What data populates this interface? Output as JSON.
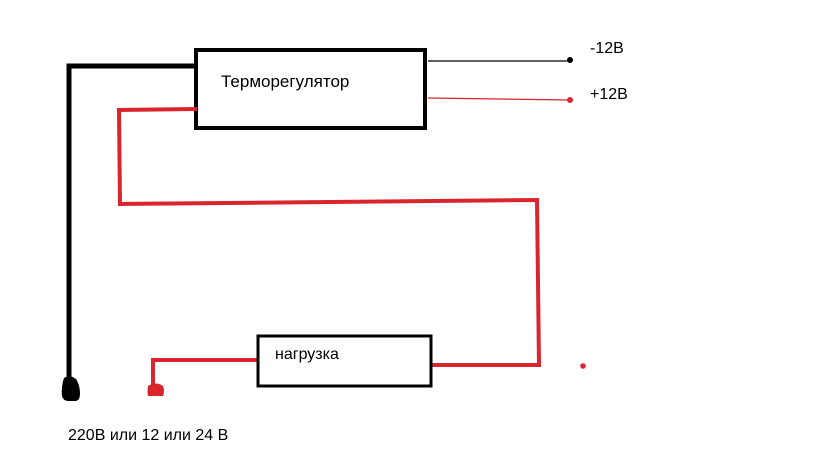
{
  "colors": {
    "wire_black": "#000000",
    "wire_red": "#d9262e",
    "background": "#ffffff"
  },
  "thermostat": {
    "label": "Терморегулятор"
  },
  "outputs": {
    "minus_label": "-12В",
    "plus_label": "+12В"
  },
  "load": {
    "label": "нагрузка"
  },
  "supply": {
    "label": "220В или 12 или 24 В"
  }
}
